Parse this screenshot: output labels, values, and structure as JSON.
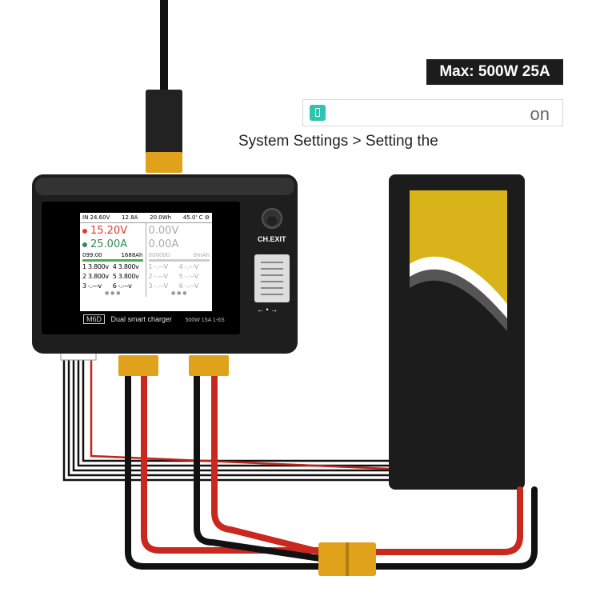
{
  "badge": {
    "text": "Max: 500W 25A"
  },
  "toggle": {
    "icon": "battery-icon",
    "state": "on"
  },
  "caption": {
    "text": "System Settings  > Setting the"
  },
  "charger": {
    "status_bar": {
      "input_voltage": "IN 24.60V",
      "current": "12.8A",
      "energy": "20.0Wh",
      "temp": "45.0'",
      "temp_unit": "C",
      "tool_icon": "wrench-icon"
    },
    "left": {
      "voltage": "15.20V",
      "current": "25.00A",
      "time": "099:00",
      "capacity": "1688Ah",
      "cells": [
        "1 3.800v",
        "4 3.800v",
        "2 3.800v",
        "5 3.800v",
        "3 -.---v",
        "6 -.---v"
      ]
    },
    "right": {
      "voltage": "0.00V",
      "current": "0.00A",
      "time": "000000",
      "capacity": "0mAh",
      "cells": [
        "1 -.---V",
        "4 -.---V",
        "2 -.---V",
        "5 -.---V",
        "3 -.---V",
        "6 -.---V"
      ]
    },
    "model": "M6D",
    "description": "Dual smart charger",
    "spec": "500W 15A 1-6S",
    "exit_label": "CH.EXIT",
    "nav_arrows": "← • →",
    "colors": {
      "accent_red": "#e23b2e",
      "accent_green": "#2e8b57",
      "body": "#1e1e1e",
      "battery_yellow": "#d8b41a"
    }
  }
}
